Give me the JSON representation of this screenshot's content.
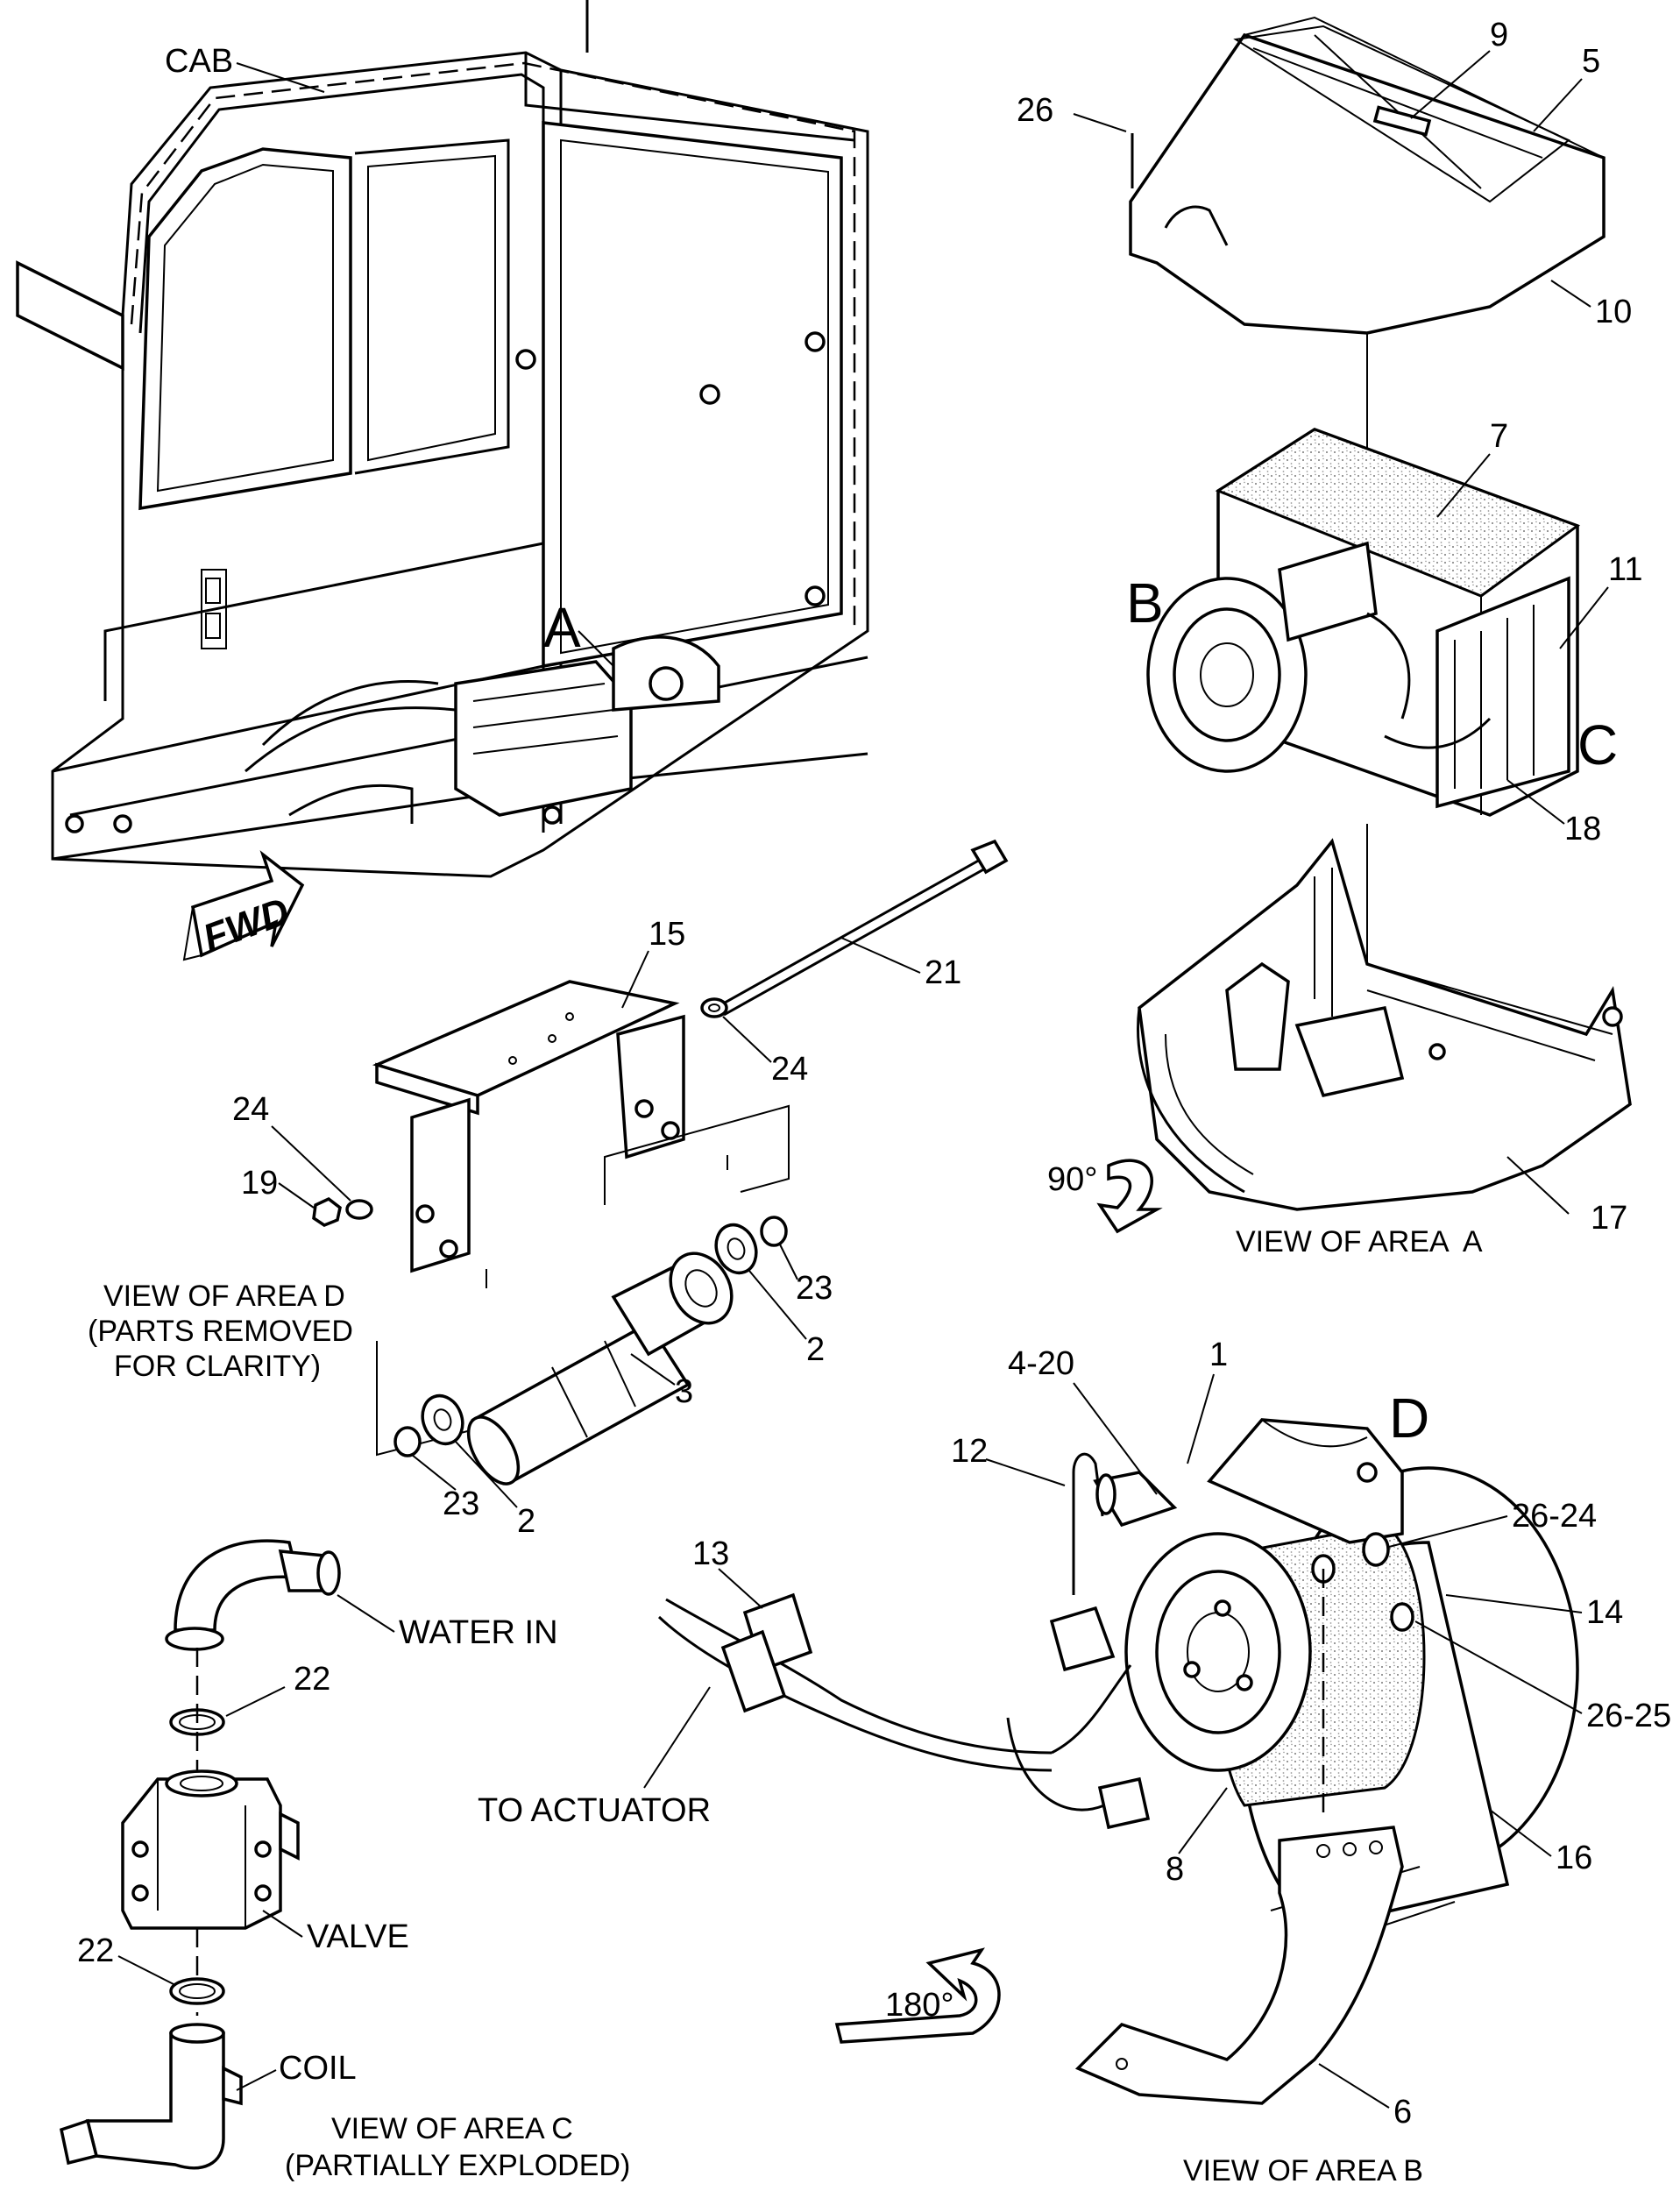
{
  "labels": {
    "cab": "CAB",
    "fwd": "FWD",
    "view_a": "VIEW OF AREA  A",
    "view_b": "VIEW OF AREA B",
    "view_c_line1": "VIEW OF AREA C",
    "view_c_line2": "(PARTIALLY EXPLODED)",
    "view_d_line1": "VIEW OF AREA D",
    "view_d_line2": "(PARTS REMOVED",
    "view_d_line3": "FOR CLARITY)",
    "rot_90": "90°",
    "rot_180": "180°",
    "area_a": "A",
    "area_b": "B",
    "area_c": "C",
    "area_d": "D",
    "water_in": "WATER IN",
    "valve": "VALVE",
    "coil": "COIL",
    "to_actuator": "TO ACTUATOR"
  },
  "callouts": {
    "n1": "1",
    "n2a": "2",
    "n2b": "2",
    "n3": "3",
    "n4_20": "4-20",
    "n5": "5",
    "n6": "6",
    "n7": "7",
    "n8": "8",
    "n9": "9",
    "n10": "10",
    "n11": "11",
    "n12": "12",
    "n13": "13",
    "n14": "14",
    "n15": "15",
    "n16": "16",
    "n17": "17",
    "n18": "18",
    "n19": "19",
    "n21": "21",
    "n22a": "22",
    "n22b": "22",
    "n23a": "23",
    "n23b": "23",
    "n24a": "24",
    "n24b": "24",
    "n26": "26",
    "n26_24": "26-24",
    "n26_25": "26-25"
  }
}
